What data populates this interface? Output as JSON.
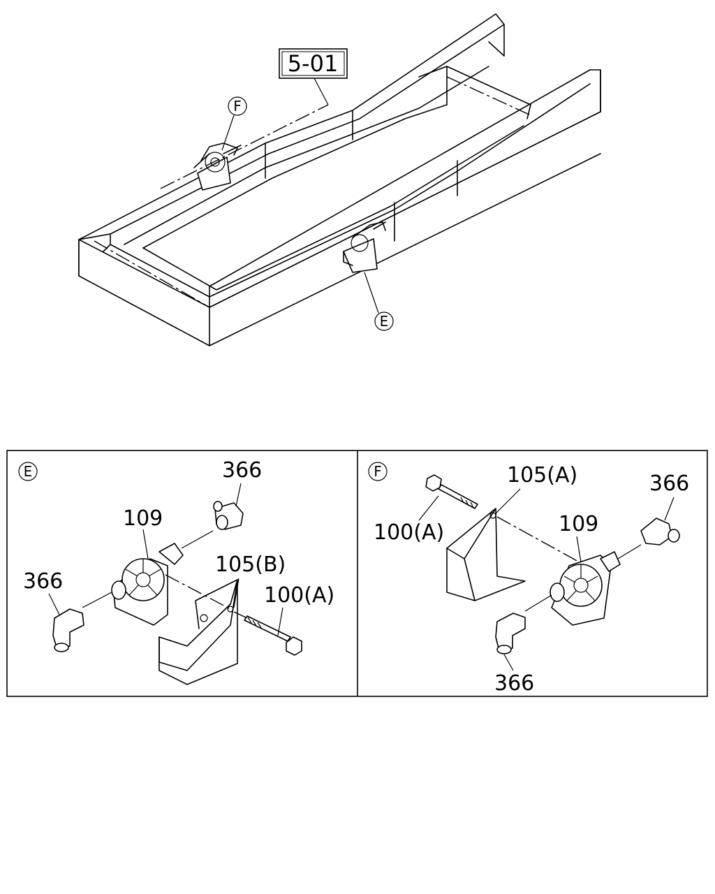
{
  "overview": {
    "reference_box": "5-01",
    "callout_f": "F",
    "callout_e": "E"
  },
  "panel_e": {
    "badge": "E",
    "labels": {
      "fitting_top": "366",
      "valve": "109",
      "fitting_left": "366",
      "bracket": "105(B)",
      "bolt": "100(A)"
    }
  },
  "panel_f": {
    "badge": "F",
    "labels": {
      "bracket": "105(A)",
      "fitting_right": "366",
      "bolt": "100(A)",
      "valve": "109",
      "fitting_bottom": "366"
    }
  }
}
